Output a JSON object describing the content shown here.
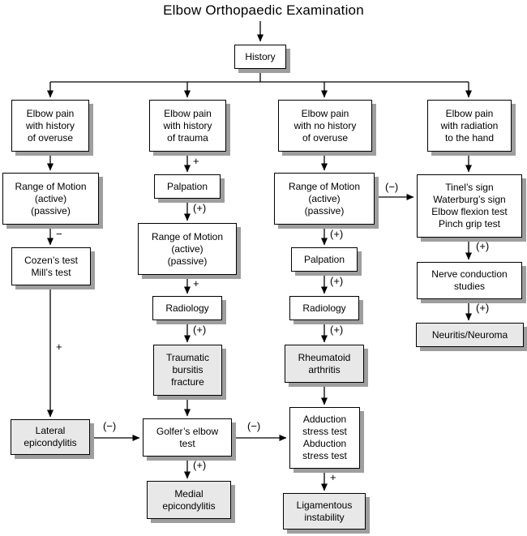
{
  "title": "Elbow Orthopaedic Examination",
  "nodes": {
    "history": "History",
    "overuse": "Elbow pain\nwith history\nof overuse",
    "trauma": "Elbow pain\nwith history\nof trauma",
    "no_overuse": "Elbow pain\nwith no history\nof overuse",
    "radiation": "Elbow pain\nwith radiation\nto the hand",
    "rom1": "Range of Motion\n(active)\n(passive)",
    "cozens": "Cozen’s test\nMill’s test",
    "lateral": "Lateral\nepicondylitis",
    "palpation2": "Palpation",
    "rom2": "Range of Motion\n(active)\n(passive)",
    "radiology2": "Radiology",
    "traumatic": "Traumatic\nbursitis\nfracture",
    "golfers": "Golfer’s elbow\ntest",
    "medial": "Medial\nepicondylitis",
    "rom3": "Range of Motion\n(active)\n(passive)",
    "palpation3": "Palpation",
    "radiology3": "Radiology",
    "rheumatoid": "Rheumatoid\narthritis",
    "adduction": "Adduction\nstress test\nAbduction\nstress test",
    "ligamentous": "Ligamentous\ninstability",
    "tinel": "Tinel’s sign\nWaterburg’s sign\nElbow flexion test\nPinch grip test",
    "nerve": "Nerve conduction\nstudies",
    "neuritis": "Neuritis/Neuroma"
  },
  "edge_labels": {
    "rom1_to_cozens": "−",
    "cozens_to_lateral": "+",
    "lateral_to_golfers": "(−)",
    "trauma_to_palpation": "+",
    "palpation2_to_rom2": "(+)",
    "rom2_to_radiology2": "+",
    "radiology2_to_traumatic": "(+)",
    "golfers_to_medial": "(+)",
    "golfers_to_adduction": "(−)",
    "rom3_to_tinel": "(−)",
    "rom3_to_palpation3": "(+)",
    "palpation3_to_radiology3": "(+)",
    "radiology3_to_rheumatoid": "(+)",
    "adduction_to_ligamentous": "+",
    "tinel_to_nerve": "(+)",
    "nerve_to_neuritis": "(+)"
  },
  "colors": {
    "box_fill": "#ffffff",
    "box_fill_shaded": "#e8e8e8",
    "box_border": "#000000",
    "box_shadow": "#9e9e9e",
    "line": "#000000",
    "background": "#ffffff"
  }
}
